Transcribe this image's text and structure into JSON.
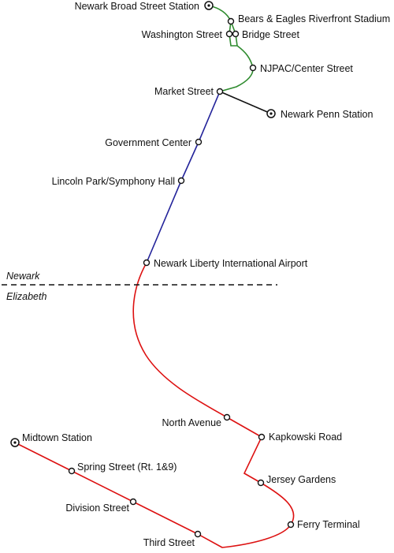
{
  "boundary": {
    "north": "Newark",
    "south": "Elizabeth"
  },
  "lines": {
    "green": "#2e8b2e",
    "black": "#111111",
    "blue": "#23239a",
    "red": "#dd1111"
  },
  "stations": {
    "newark_broad_street": {
      "label": "Newark Broad Street Station",
      "type": "terminal"
    },
    "bears_eagles": {
      "label": "Bears & Eagles Riverfront Stadium",
      "type": "stop"
    },
    "washington_street": {
      "label": "Washington Street",
      "type": "stop"
    },
    "bridge_street": {
      "label": "Bridge Street",
      "type": "stop"
    },
    "njpac": {
      "label": "NJPAC/Center Street",
      "type": "stop"
    },
    "market_street": {
      "label": "Market Street",
      "type": "stop"
    },
    "newark_penn": {
      "label": "Newark Penn Station",
      "type": "terminal"
    },
    "government_center": {
      "label": "Government Center",
      "type": "stop"
    },
    "lincoln_park": {
      "label": "Lincoln Park/Symphony Hall",
      "type": "stop"
    },
    "airport": {
      "label": "Newark Liberty International Airport",
      "type": "stop"
    },
    "north_avenue": {
      "label": "North Avenue",
      "type": "stop"
    },
    "kapkowski": {
      "label": "Kapkowski Road",
      "type": "stop"
    },
    "midtown": {
      "label": "Midtown Station",
      "type": "terminal"
    },
    "spring_street": {
      "label": "Spring Street (Rt. 1&9)",
      "type": "stop"
    },
    "jersey_gardens": {
      "label": "Jersey Gardens",
      "type": "stop"
    },
    "division_street": {
      "label": "Division Street",
      "type": "stop"
    },
    "ferry_terminal": {
      "label": "Ferry Terminal",
      "type": "stop"
    },
    "third_street": {
      "label": "Third Street",
      "type": "stop"
    }
  }
}
